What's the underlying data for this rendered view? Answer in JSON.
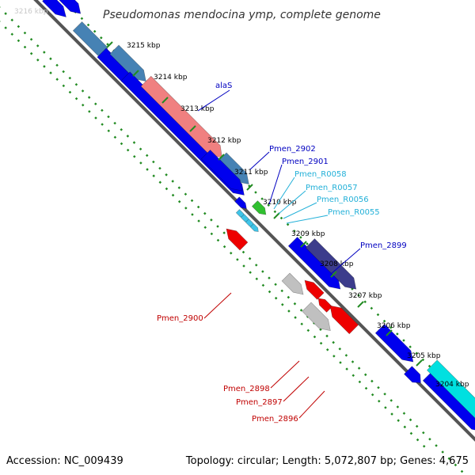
{
  "header": {
    "title": "Pseudomonas mendocina ymp, complete genome",
    "faded_label": "3216 kbp"
  },
  "footer": {
    "accession": "Accession: NC_009439",
    "topology": "Topology: circular; Length: 5,072,807 bp; Genes: 4,675"
  },
  "colors": {
    "forward_cds": "#0000ee",
    "forward_highlight": "#4682b4",
    "rrna": "#f08080",
    "trna": "#40c4e8",
    "reverse_cds": "#ee0000",
    "pseudo": "#c0c0c0",
    "misc": "#30c030",
    "dark_cds": "#3c3c8c",
    "cyan": "#00e0e0",
    "label_blue": "#0000c0",
    "label_cyan": "#22b0d8",
    "label_red": "#c00000"
  },
  "ticks": [
    {
      "label": "3215 kbp"
    },
    {
      "label": "3214 kbp"
    },
    {
      "label": "3213 kbp"
    },
    {
      "label": "3212 kbp"
    },
    {
      "label": "3211 kbp"
    },
    {
      "label": "3210 kbp"
    },
    {
      "label": "3209 kbp"
    },
    {
      "label": "3208 kbp"
    },
    {
      "label": "3207 kbp"
    },
    {
      "label": "3206 kbp"
    },
    {
      "label": "3205 kbp"
    },
    {
      "label": "3204 kbp"
    }
  ],
  "gene_labels": [
    {
      "name": "alaS",
      "color": "label_blue"
    },
    {
      "name": "Pmen_2902",
      "color": "label_blue"
    },
    {
      "name": "Pmen_2901",
      "color": "label_blue"
    },
    {
      "name": "Pmen_R0058",
      "color": "label_cyan"
    },
    {
      "name": "Pmen_R0057",
      "color": "label_cyan"
    },
    {
      "name": "Pmen_R0056",
      "color": "label_cyan"
    },
    {
      "name": "Pmen_R0055",
      "color": "label_cyan"
    },
    {
      "name": "Pmen_2899",
      "color": "label_blue"
    },
    {
      "name": "Pmen_2900",
      "color": "label_red"
    },
    {
      "name": "Pmen_2898",
      "color": "label_red"
    },
    {
      "name": "Pmen_2897",
      "color": "label_red"
    },
    {
      "name": "Pmen_2896",
      "color": "label_red"
    }
  ]
}
